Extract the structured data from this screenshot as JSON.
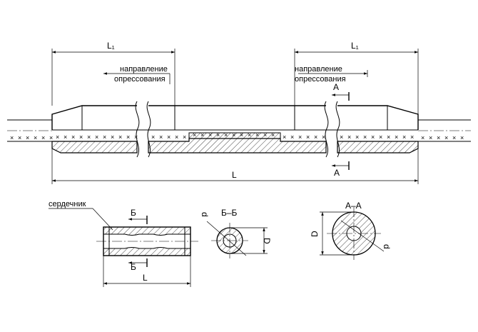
{
  "dimensions": {
    "L1_left": "L₁",
    "L1_right": "L₁",
    "L_main": "L",
    "L_core": "L",
    "D_bb": "D",
    "d_bb": "d",
    "D_aa": "D",
    "d_aa": "d"
  },
  "labels": {
    "direction_left_line1": "направление",
    "direction_left_line2": "опрессования",
    "direction_right_line1": "направление",
    "direction_right_line2": "опрессования",
    "core": "сердечник"
  },
  "sections": {
    "a_top": "А",
    "a_bottom": "А",
    "b_top": "Б",
    "b_bottom": "Б",
    "bb_title": "Б–Б",
    "aa_title": "А–А"
  }
}
